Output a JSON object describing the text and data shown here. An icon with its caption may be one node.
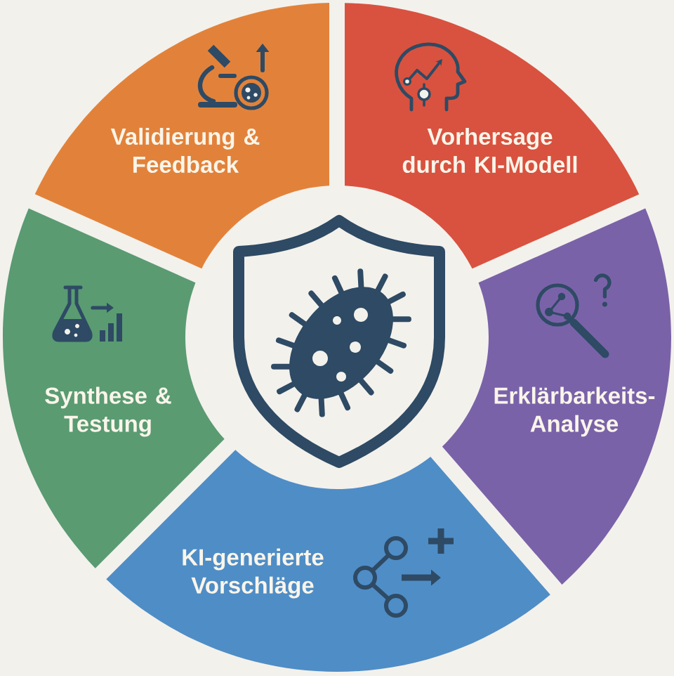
{
  "diagram": {
    "nodes": [
      {
        "text": [
          "Validierung & Feedback"
        ]
      },
      {
        "text": [
          "Vorhersage durch KI-Modell"
        ]
      },
      {
        "text": [
          "Erklärbarkeits- Analyse"
        ]
      },
      {
        "text": [
          "KI-generierte Vorschläge"
        ]
      },
      {
        "text": [
          "Synthese & Testung"
        ]
      }
    ]
  }
}
